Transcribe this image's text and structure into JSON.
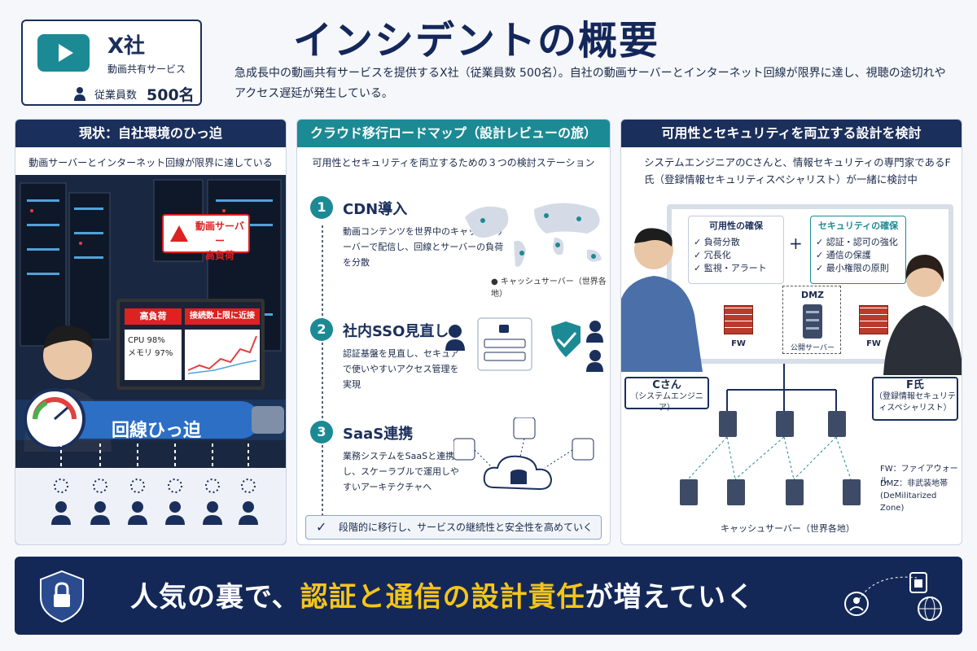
{
  "header": {
    "company_name": "X社",
    "company_desc": "動画共有サービス",
    "employee_label": "従業員数",
    "employee_count": "500名",
    "title": "インシデントの概要",
    "intro": "急成長中の動画共有サービスを提供するX社（従業員数 500名）。自社の動画サーバーとインターネット回線が限界に達し、視聴の途切れやアクセス遅延が発生している。"
  },
  "panel1": {
    "title": "現状：自社環境のひっ迫",
    "subtitle": "動画サーバーとインターネット回線が限界に達している",
    "alert_sign": "動画サーバー\n高負荷",
    "monitor_left_head": "高負荷",
    "monitor_right_head": "接続数上限に近接",
    "cpu": "CPU 98%",
    "memory": "メモリ 97%",
    "pipe_label": "回線ひっ迫"
  },
  "panel2": {
    "title": "クラウド移行ロードマップ（設計レビューの旅）",
    "subtitle": "可用性とセキュリティを両立するための３つの検討ステーション",
    "steps": [
      {
        "num": "1",
        "title": "CDN導入",
        "desc": "動画コンテンツを世界中のキャッシュサーバーで配信し、回線とサーバーの負荷を分散"
      },
      {
        "num": "2",
        "title": "社内SSO見直し",
        "desc": "認証基盤を見直し、セキュアで使いやすいアクセス管理を実現"
      },
      {
        "num": "3",
        "title": "SaaS連携",
        "desc": "業務システムをSaaSと連携し、スケーラブルで運用しやすいアーキテクチャへ"
      }
    ],
    "map_legend": "キャッシュサーバー（世界各地）",
    "footer": "段階的に移行し、サービスの継続性と安全性を高めていく"
  },
  "panel3": {
    "title": "可用性とセキュリティを両立する設計を検討",
    "desc": "システムエンジニアのCさんと、情報セキュリティの専門家であるF氏（登録情報セキュリティスペシャリスト）が一緒に検討中",
    "availability": {
      "head": "可用性の確保",
      "items": [
        "✓ 負荷分散",
        "✓ 冗長化",
        "✓ 監視・アラート"
      ]
    },
    "security": {
      "head": "セキュリティの確保",
      "items": [
        "✓ 認証・認可の強化",
        "✓ 通信の保護",
        "✓ 最小権限の原則"
      ]
    },
    "fw_label": "FW",
    "dmz_label": "DMZ",
    "public_server": "公開サーバー",
    "person_c": {
      "name": "Cさん",
      "role": "（システムエンジニア）"
    },
    "person_f": {
      "name": "F氏",
      "role": "（登録情報セキュリティスペシャリスト）"
    },
    "legend_fw": "FW：ファイアウォール",
    "legend_dmz": "DMZ：非武装地帯\n(DeMilitarized Zone)",
    "cache_label": "キャッシュサーバー（世界各地）"
  },
  "banner": {
    "text_1": "人気の裏で、",
    "text_2": "認証と通信の設計責任",
    "text_3": "が増えていく"
  },
  "colors": {
    "navy": "#1b2f5c",
    "teal": "#1c8a94",
    "alert": "#dd2222",
    "highlight": "#f5c518"
  }
}
